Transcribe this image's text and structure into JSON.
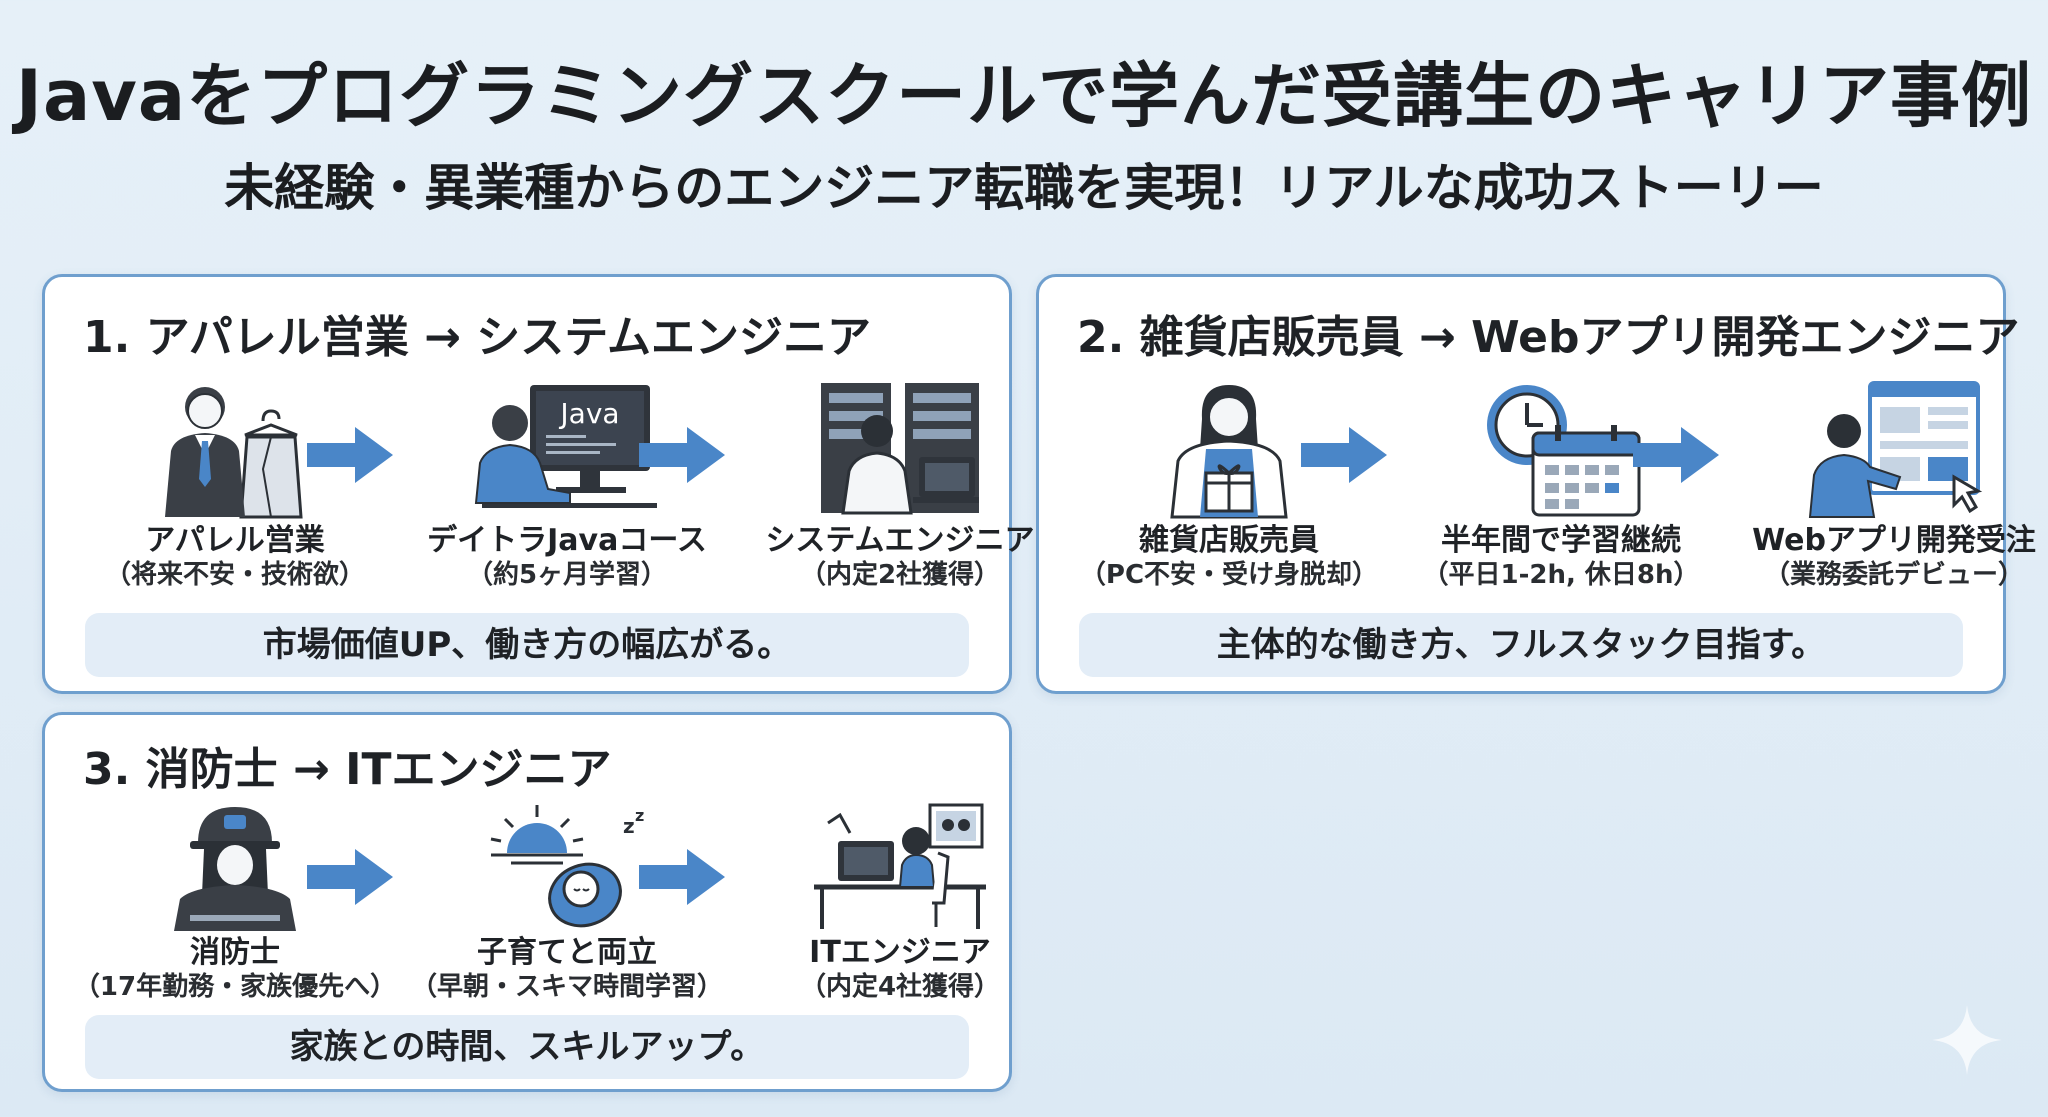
{
  "title": "Javaをプログラミングスクールで学んだ受講生のキャリア事例",
  "subtitle": "未経験・異業種からのエンジニア転職を実現！リアルな成功ストーリー",
  "colors": {
    "accent": "#4a86c8",
    "border": "#6f9fce",
    "banner": "#e3edf7",
    "dark": "#2b3036"
  },
  "cases": [
    {
      "heading": "1. アパレル営業 → システムエンジニア",
      "steps": [
        {
          "icon": "salesperson-with-clothes-icon",
          "label": "アパレル営業",
          "note": "（将来不安・技術欲）"
        },
        {
          "icon": "person-at-java-computer-icon",
          "label": "デイトラJavaコース",
          "note": "（約5ヶ月学習）",
          "screen_text": "Java"
        },
        {
          "icon": "engineer-server-room-icon",
          "label": "システムエンジニア",
          "note": "（内定2社獲得）"
        }
      ],
      "result": "市場価値UP、働き方の幅広がる。"
    },
    {
      "heading": "2. 雑貨店販売員 → Webアプリ開発エンジニア",
      "steps": [
        {
          "icon": "shop-clerk-with-gift-icon",
          "label": "雑貨店販売員",
          "note": "（PC不安・受け身脱却）"
        },
        {
          "icon": "clock-and-calendar-icon",
          "label": "半年間で学習継続",
          "note": "（平日1-2h, 休日8h）"
        },
        {
          "icon": "person-web-dashboard-icon",
          "label": "Webアプリ開発受注",
          "note": "（業務委託デビュー）"
        }
      ],
      "result": "主体的な働き方、フルスタック目指す。"
    },
    {
      "heading": "3. 消防士 → ITエンジニア",
      "steps": [
        {
          "icon": "firefighter-icon",
          "label": "消防士",
          "note": "（17年勤務・家族優先へ）"
        },
        {
          "icon": "sunrise-and-sleeping-baby-icon",
          "label": "子育てと両立",
          "note": "（早朝・スキマ時間学習）"
        },
        {
          "icon": "engineer-at-home-desk-icon",
          "label": "ITエンジニア",
          "note": "（内定4社獲得）"
        }
      ],
      "result": "家族との時間、スキルアップ。"
    }
  ]
}
